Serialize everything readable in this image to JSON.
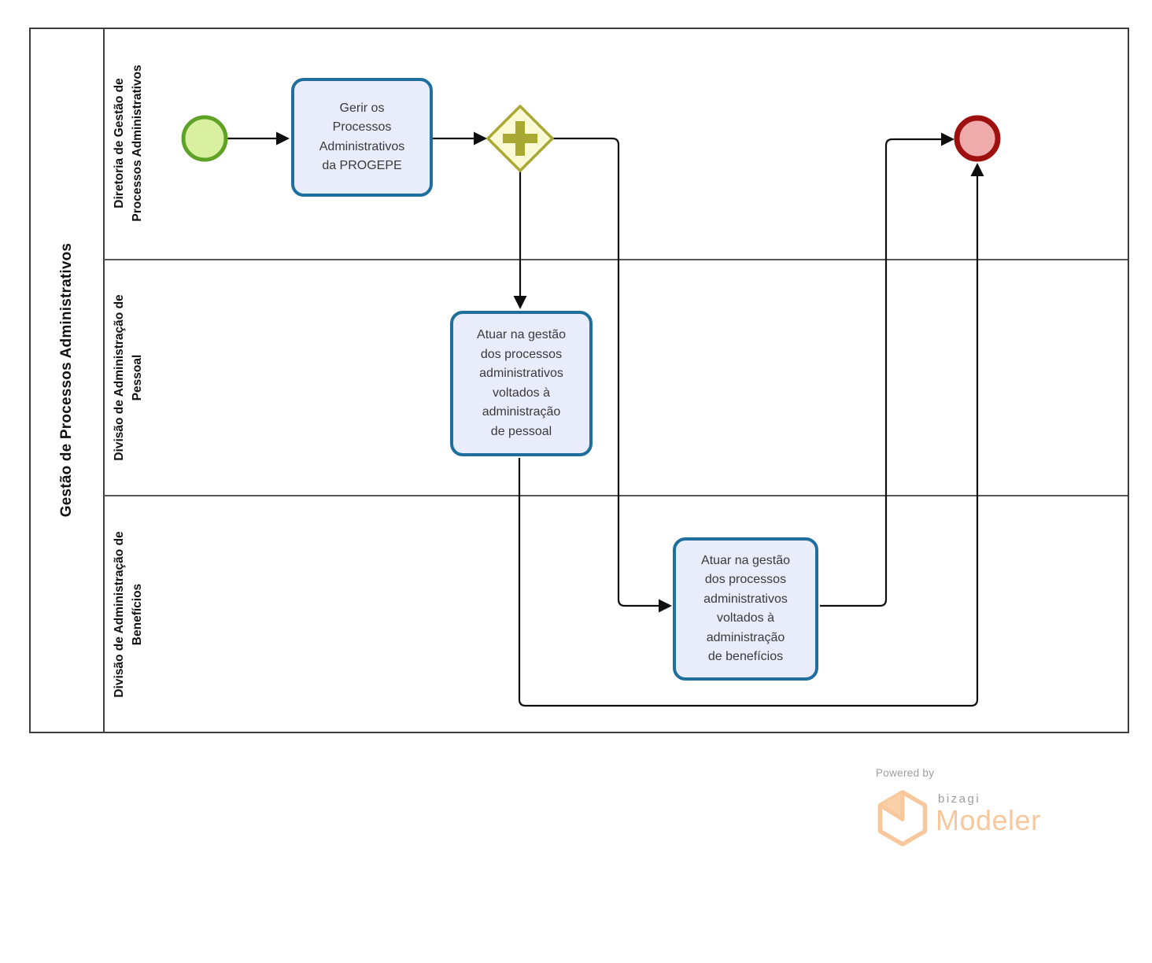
{
  "pool": {
    "title": "Gestão de Processos Administrativos",
    "lanes": [
      {
        "name": "Diretoria de Gestão de Processos Administrativos",
        "name_lines": [
          "Diretoria de Gestão de",
          "Processos Administrativos"
        ]
      },
      {
        "name": "Divisão de Administração de Pessoal",
        "name_lines": [
          "Divisão de Administração de",
          "Pessoal"
        ]
      },
      {
        "name": "Divisão de Administração de Benefícios",
        "name_lines": [
          "Divisão de Administração de",
          "Benefícios"
        ]
      }
    ]
  },
  "nodes": {
    "start_event": {
      "type": "start-event",
      "fill": "#d9f0a0",
      "border": "#5fa326"
    },
    "task_gerir": {
      "label": "Gerir os Processos Administrativos da PROGEPE",
      "lines": [
        "Gerir os",
        "Processos",
        "Administrativos",
        "da PROGEPE"
      ]
    },
    "gateway_parallel": {
      "type": "parallel-gateway",
      "fill": "#fafad4",
      "border": "#a8a832"
    },
    "task_pessoal": {
      "label": "Atuar na gestão dos processos administrativos voltados à administração de pessoal",
      "lines": [
        "Atuar na gestão",
        "dos processos",
        "administrativos",
        "voltados à",
        "administração",
        "de pessoal"
      ]
    },
    "task_beneficios": {
      "label": "Atuar na gestão dos processos administrativos voltados à administração de benefícios",
      "lines": [
        "Atuar na gestão",
        "dos processos",
        "administrativos",
        "voltados à",
        "administração",
        "de benefícios"
      ]
    },
    "end_event": {
      "type": "end-event",
      "fill": "#efabab",
      "border": "#9e1010"
    }
  },
  "colors": {
    "task_fill": "#e9edfb",
    "task_border": "#1e6f9d",
    "connector": "#0f0f0f",
    "pool_border": "#3d3d3d",
    "lane_divider": "#565656"
  },
  "footer": {
    "powered_by": "Powered by",
    "brand": "bizagi",
    "product": "Modeler",
    "brand_color": "#f8c89c",
    "text_color": "#9c9c9c"
  }
}
